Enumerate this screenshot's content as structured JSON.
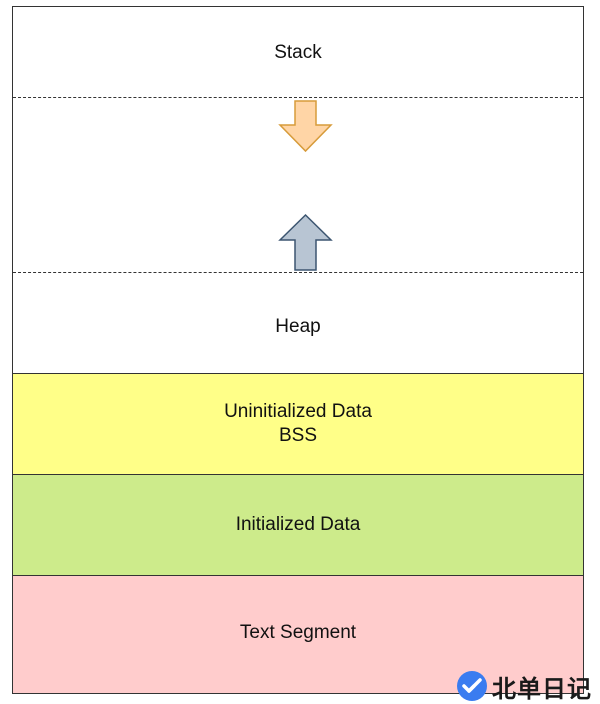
{
  "diagram": {
    "stack_label": "Stack",
    "heap_label": "Heap",
    "bss_line1": "Uninitialized Data",
    "bss_line2": "BSS",
    "data_label": "Initialized Data",
    "text_label": "Text Segment"
  },
  "colors": {
    "bss": "#ffff88",
    "data": "#cdeb8b",
    "text": "#ffcccc",
    "arrow_down_fill": "#ffd5a6",
    "arrow_down_stroke": "#d79b3a",
    "arrow_up_fill": "#b8c5d3",
    "arrow_up_stroke": "#3c5570"
  },
  "watermark": {
    "text": "北单日记",
    "icon": "check-badge-icon"
  }
}
